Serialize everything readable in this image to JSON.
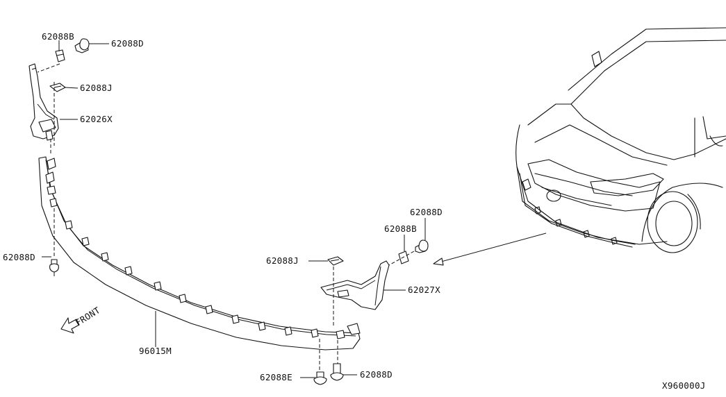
{
  "diagram": {
    "part_labels": {
      "clip_top_left": "62088B",
      "screw_top_left": "62088D",
      "clip_j_left": "62088J",
      "bracket_left": "62026X",
      "screw_left_lower": "62088D",
      "screw_right_upper": "62088D",
      "clip_right": "62088B",
      "clip_j_right": "62088J",
      "bracket_right": "62027X",
      "spoiler": "96015M",
      "fastener_e": "62088E",
      "screw_bottom": "62088D"
    },
    "front_indicator": "FRONT",
    "diagram_code": "X960000J"
  }
}
